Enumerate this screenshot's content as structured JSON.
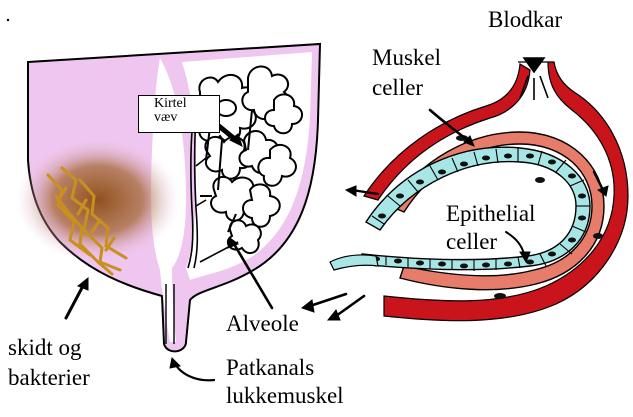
{
  "labels": {
    "blodkar": "Blodkar",
    "muskel_celler_line1": "Muskel",
    "muskel_celler_line2": "celler",
    "kirtel_line1": "Kirtel",
    "kirtel_line2": "væv",
    "epithelial_line1": "Epithelial",
    "epithelial_line2": "celler",
    "alveole": "Alveole",
    "skidt_line1": "skidt og",
    "skidt_line2": "bakterier",
    "patkanals_line1": "Patkanals",
    "patkanals_line2": "lukkemuskel"
  },
  "colors": {
    "udder_pink": "#efc6ef",
    "vessel_red": "#c8141a",
    "muscle_salmon": "#e87c6a",
    "epithelial_cyan": "#a8e6e6",
    "nucleus": "#111111",
    "dirt_brown": "#8b4a10",
    "bacteria_gold": "#c8901e"
  }
}
